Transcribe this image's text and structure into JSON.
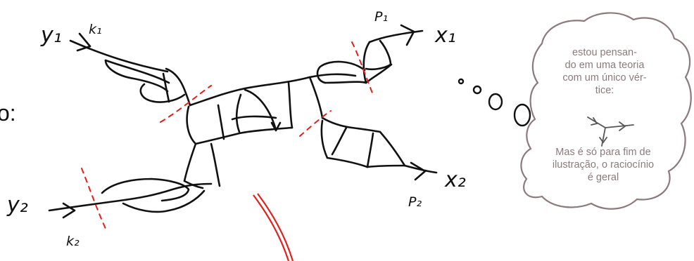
{
  "left_fragment": "o:",
  "labels": {
    "y1": "y₁",
    "k1": "k₁",
    "p1": "P₁",
    "x1": "x₁",
    "y2": "y₂",
    "k2": "k₂",
    "x2": "x₂",
    "p2": "P₂"
  },
  "thought_bubble": {
    "text_top": "estou pensan-\ndo em uma teoria\ncom um único vér-\ntice:",
    "text_bottom": "Mas é só para fim de\nilustração, o raciocínio\né geral"
  },
  "colors": {
    "ink": "#111111",
    "cut_lines": "#e0201a",
    "bubble": "#8c7a7d"
  }
}
